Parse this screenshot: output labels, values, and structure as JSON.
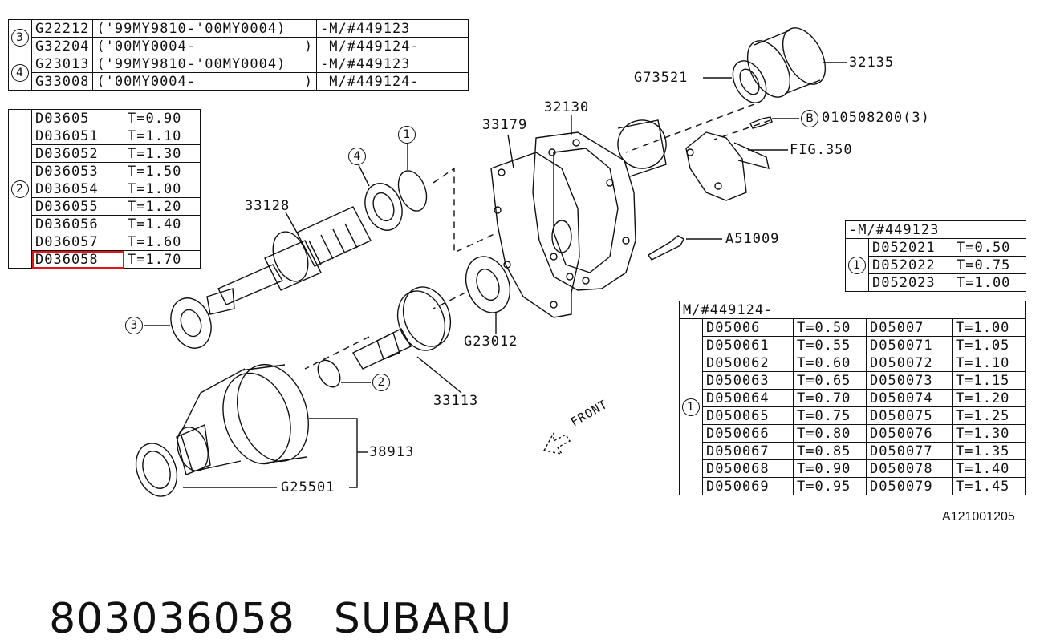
{
  "table_bearing": {
    "rows": [
      {
        "group": "3",
        "code": "G22212",
        "range": "('99MY9810-'00MY0004)",
        "serial": "-M/#449123"
      },
      {
        "group": "3",
        "code": "G32204",
        "range": "('00MY0004-            )",
        "serial": " M/#449124-"
      },
      {
        "group": "4",
        "code": "G23013",
        "range": "('99MY9810-'00MY0004)",
        "serial": "-M/#449123"
      },
      {
        "group": "4",
        "code": "G33008",
        "range": "('00MY0004-            )",
        "serial": " M/#449124-"
      }
    ]
  },
  "table_shim2": {
    "group": "2",
    "rows": [
      {
        "code": "D03605",
        "t": "T=0.90"
      },
      {
        "code": "D036051",
        "t": "T=1.10"
      },
      {
        "code": "D036052",
        "t": "T=1.30"
      },
      {
        "code": "D036053",
        "t": "T=1.50"
      },
      {
        "code": "D036054",
        "t": "T=1.00"
      },
      {
        "code": "D036055",
        "t": "T=1.20"
      },
      {
        "code": "D036056",
        "t": "T=1.40"
      },
      {
        "code": "D036057",
        "t": "T=1.60"
      },
      {
        "code": "D036058",
        "t": "T=1.70"
      }
    ]
  },
  "table_shim1a": {
    "header": "-M/#449123",
    "group": "1",
    "rows": [
      {
        "code": "D052021",
        "t": "T=0.50"
      },
      {
        "code": "D052022",
        "t": "T=0.75"
      },
      {
        "code": "D052023",
        "t": "T=1.00"
      }
    ]
  },
  "table_shim1b": {
    "header": "M/#449124-",
    "group": "1",
    "rows": [
      {
        "c1": "D05006",
        "t1": "T=0.50",
        "c2": "D05007",
        "t2": "T=1.00"
      },
      {
        "c1": "D050061",
        "t1": "T=0.55",
        "c2": "D050071",
        "t2": "T=1.05"
      },
      {
        "c1": "D050062",
        "t1": "T=0.60",
        "c2": "D050072",
        "t2": "T=1.10"
      },
      {
        "c1": "D050063",
        "t1": "T=0.65",
        "c2": "D050073",
        "t2": "T=1.15"
      },
      {
        "c1": "D050064",
        "t1": "T=0.70",
        "c2": "D050074",
        "t2": "T=1.20"
      },
      {
        "c1": "D050065",
        "t1": "T=0.75",
        "c2": "D050075",
        "t2": "T=1.25"
      },
      {
        "c1": "D050066",
        "t1": "T=0.80",
        "c2": "D050076",
        "t2": "T=1.30"
      },
      {
        "c1": "D050067",
        "t1": "T=0.85",
        "c2": "D050077",
        "t2": "T=1.35"
      },
      {
        "c1": "D050068",
        "t1": "T=0.90",
        "c2": "D050078",
        "t2": "T=1.40"
      },
      {
        "c1": "D050069",
        "t1": "T=0.95",
        "c2": "D050079",
        "t2": "T=1.45"
      }
    ]
  },
  "labels": {
    "p32135": "32135",
    "g73521": "G73521",
    "p32130": "32130",
    "p33179": "33179",
    "bolt_b": "010508200(3)",
    "b_mark": "B",
    "fig": "FIG.350",
    "a51009": "A51009",
    "p33128": "33128",
    "g23012": "G23012",
    "p33113": "33113",
    "p38913": "38913",
    "g25501": "G25501",
    "front": "FRONT",
    "c1": "1",
    "c2": "2",
    "c3": "3",
    "c4": "4"
  },
  "ref_code": "A121001205",
  "footer": {
    "part_number": "803036058",
    "brand": "SUBARU"
  },
  "highlight_color": "#e0151b"
}
